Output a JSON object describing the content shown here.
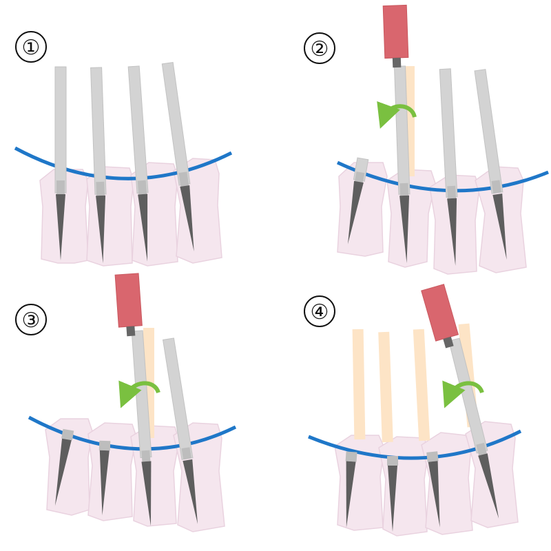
{
  "colors": {
    "bone": "#f5e6ee",
    "bone_stroke": "#e9d2df",
    "rod": "#1f77c8",
    "screw_shaft": "#d3d3d3",
    "screw_tip": "#5e5e5e",
    "screw_head": "#bdbdbd",
    "ghost": "#fde4c6",
    "driver": "#d9666e",
    "arrow": "#7ac040",
    "label_stroke": "#111111"
  },
  "panels": [
    {
      "label": "①",
      "driver": false
    },
    {
      "label": "②",
      "driver": true
    },
    {
      "label": "③",
      "driver": true
    },
    {
      "label": "④",
      "driver": true
    }
  ]
}
